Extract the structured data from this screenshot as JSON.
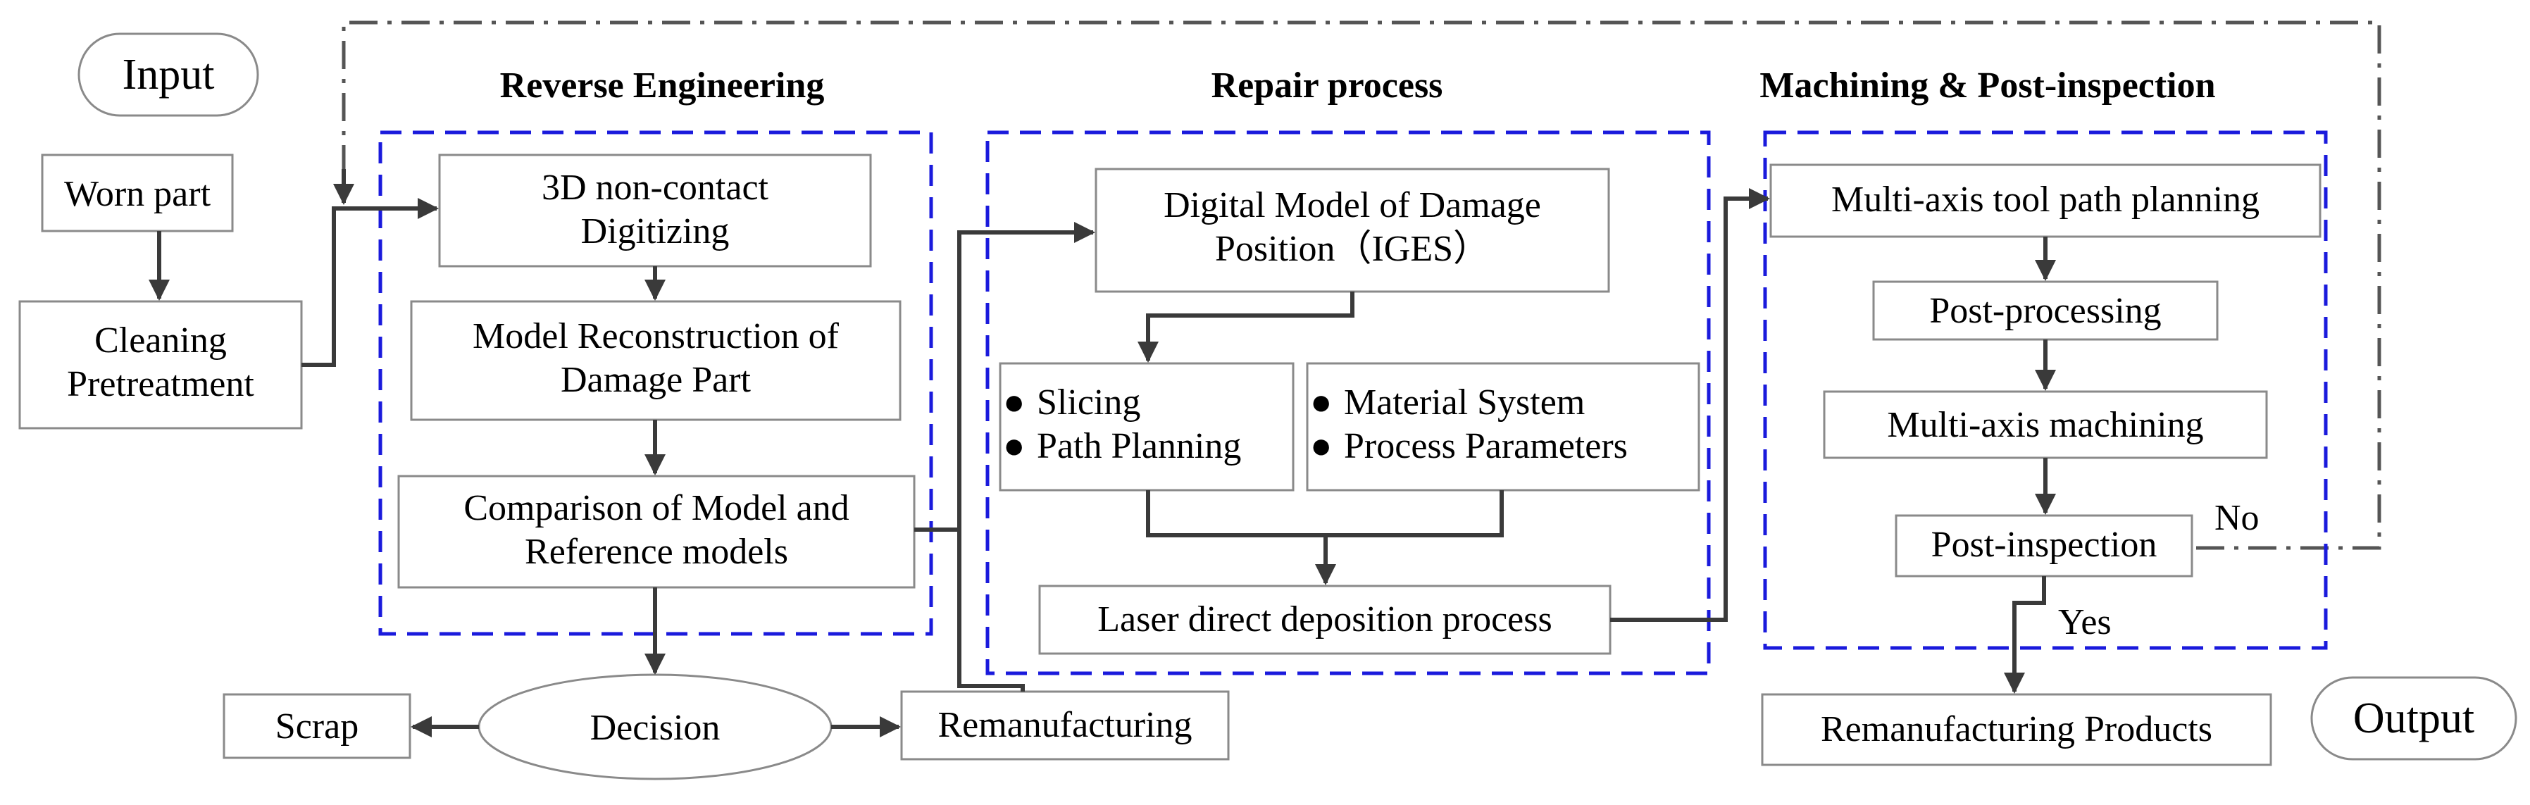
{
  "terminals": {
    "input": "Input",
    "output": "Output"
  },
  "sections": {
    "reverse_engineering": "Reverse Engineering",
    "repair_process": "Repair process",
    "machining": "Machining & Post-inspection"
  },
  "nodes": {
    "worn_part": "Worn part",
    "cleaning_1": "Cleaning",
    "cleaning_2": "Pretreatment",
    "digitizing_1": "3D non-contact",
    "digitizing_2": "Digitizing",
    "reconstruction_1": "Model Reconstruction of",
    "reconstruction_2": "Damage Part",
    "comparison_1": "Comparison of Model and",
    "comparison_2": "Reference models",
    "digital_model_1": "Digital Model of Damage",
    "digital_model_2": "Position（IGES）",
    "slicing": "Slicing",
    "path_planning": "Path Planning",
    "material_system": "Material System",
    "process_parameters": "Process Parameters",
    "laser_deposition": "Laser direct deposition process",
    "toolpath": "Multi-axis tool path planning",
    "post_processing": "Post-processing",
    "machining": "Multi-axis machining",
    "post_inspection": "Post-inspection",
    "scrap": "Scrap",
    "decision": "Decision",
    "remanufacturing": "Remanufacturing",
    "products": "Remanufacturing Products"
  },
  "edge_labels": {
    "no": "No",
    "yes": "Yes"
  },
  "bullet": "●"
}
